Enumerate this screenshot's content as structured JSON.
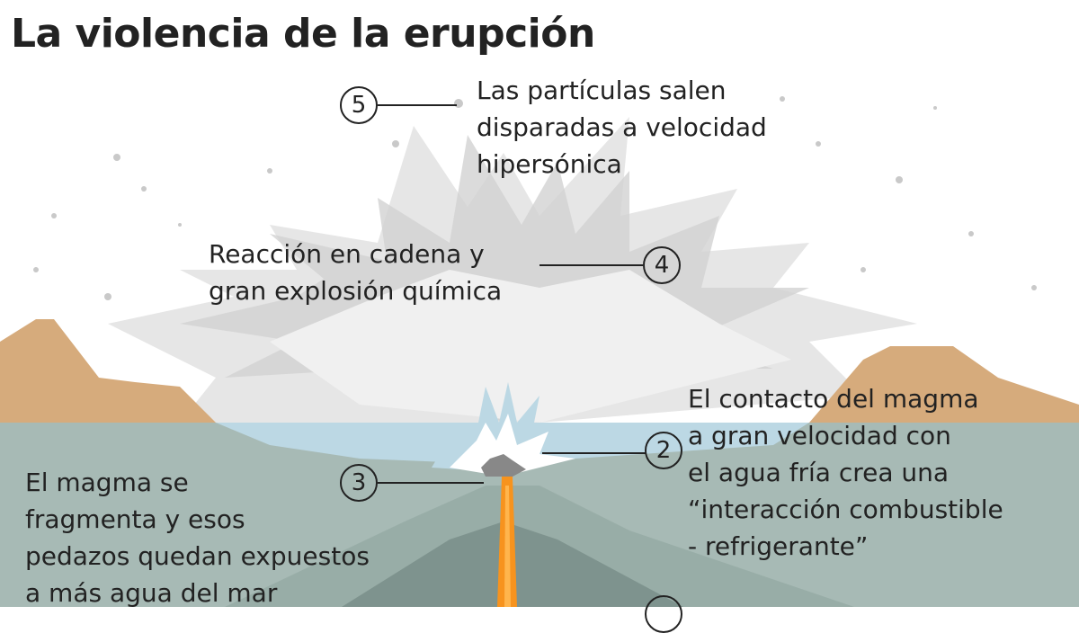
{
  "title": "La violencia de la erupción",
  "steps": [
    {
      "number": "5",
      "text": "Las partículas salen\ndisparadas a velocidad\nhipersónica"
    },
    {
      "number": "4",
      "text": "Reacción en cadena y\ngran explosión química"
    },
    {
      "number": "2",
      "text": "El contacto del magma\na gran velocidad con\nel agua fría crea una\n“interacción combustible\n- refrigerante”"
    },
    {
      "number": "3",
      "text": "El magma se\nfragmenta y esos\npedazos quedan expuestos\na más agua del mar"
    }
  ],
  "colors": {
    "land": "#d6ab7c",
    "sea": "#a5b9b3",
    "shallow": "#bcd8e4",
    "explosion": "#e8e8e8",
    "star": "#cfcfcf",
    "lava": "#f7931e",
    "volcano": "#8fa39d"
  }
}
